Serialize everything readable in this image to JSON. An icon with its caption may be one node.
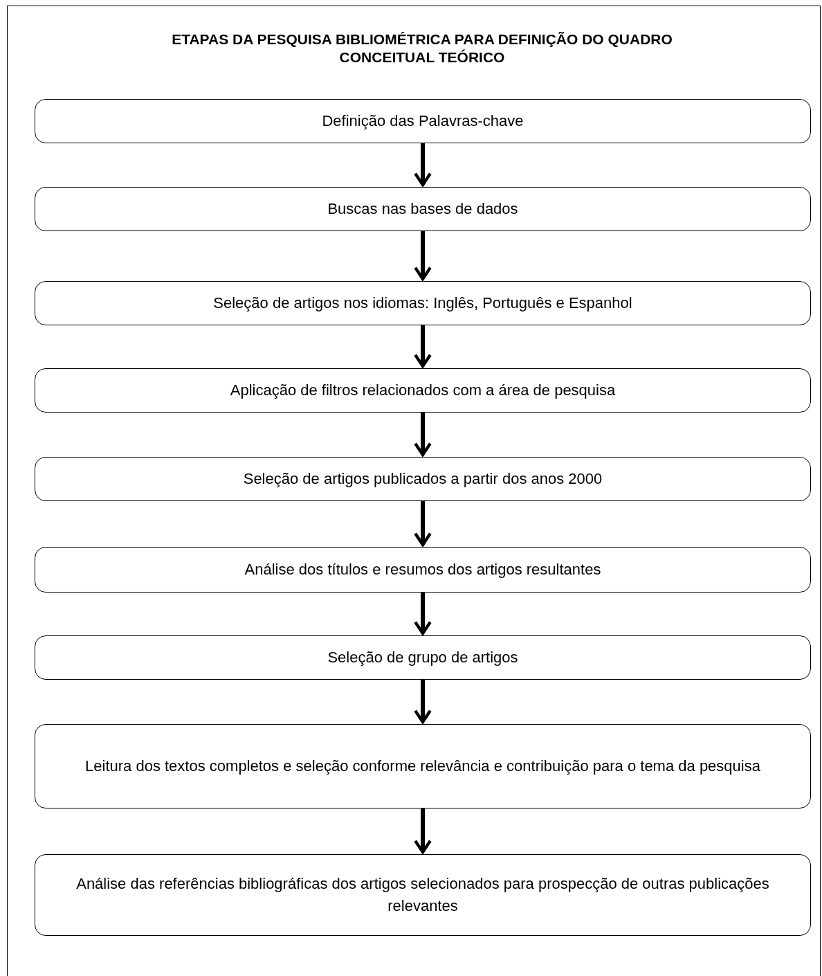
{
  "diagram": {
    "title": "ETAPAS DA PESQUISA BIBLIOMÉTRICA PARA DEFINIÇÃO DO QUADRO CONCEITUAL TEÓRICO",
    "nodes": [
      {
        "text": [
          "Definição das Palavras-chave"
        ]
      },
      {
        "text": [
          "Buscas nas bases de dados"
        ]
      },
      {
        "text": [
          "Seleção de artigos nos idiomas: Inglês, Português e Espanhol"
        ]
      },
      {
        "text": [
          "Aplicação de filtros relacionados com a área de pesquisa"
        ]
      },
      {
        "text": [
          "Seleção de artigos publicados a partir dos anos 2000"
        ]
      },
      {
        "text": [
          "Análise dos títulos e resumos dos artigos resultantes"
        ]
      },
      {
        "text": [
          "Seleção de grupo de artigos"
        ]
      },
      {
        "text": [
          "Leitura dos textos completos e seleção conforme relevância e contribuição para o tema da pesquisa"
        ]
      },
      {
        "text": [
          "Análise das referências bibliográficas dos artigos selecionados para prospecção de outras publicações relevantes"
        ]
      }
    ],
    "edges": [
      {
        "from": 0,
        "to": 1,
        "arrow": "to"
      },
      {
        "from": 1,
        "to": 2,
        "arrow": "to"
      },
      {
        "from": 2,
        "to": 3,
        "arrow": "to"
      },
      {
        "from": 3,
        "to": 4,
        "arrow": "to"
      },
      {
        "from": 4,
        "to": 5,
        "arrow": "to"
      },
      {
        "from": 5,
        "to": 6,
        "arrow": "to"
      },
      {
        "from": 6,
        "to": 7,
        "arrow": "to"
      },
      {
        "from": 7,
        "to": 8,
        "arrow": "to"
      }
    ]
  }
}
